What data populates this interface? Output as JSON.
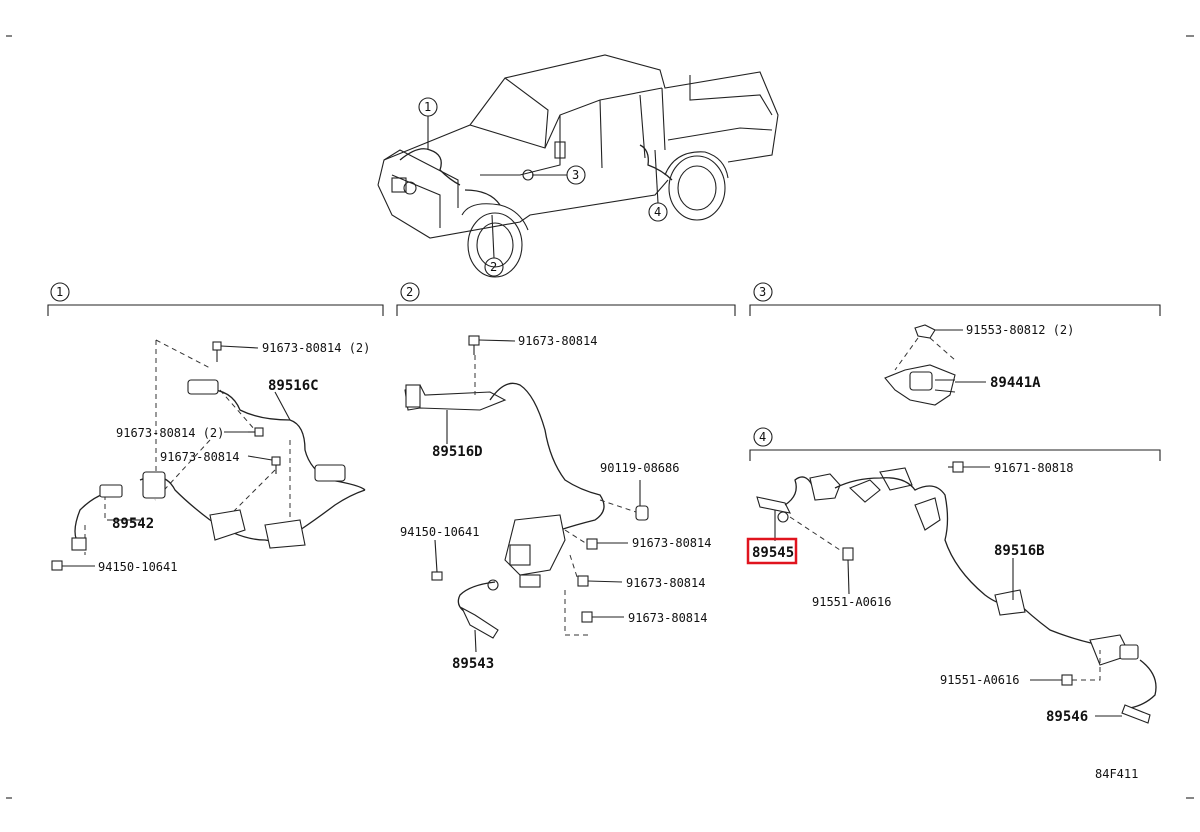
{
  "figure_code": "84F411",
  "callouts": [
    "1",
    "2",
    "3",
    "4"
  ],
  "highlight_color": "#e0141e",
  "sections": {
    "s1": {
      "num": "1",
      "labels": {
        "a": "91673-80814 (2)",
        "b": "89516C",
        "c": "91673-80814 (2)",
        "d": "91673-80814",
        "e": "89542",
        "f": "94150-10641"
      }
    },
    "s2": {
      "num": "2",
      "labels": {
        "a": "91673-80814",
        "b": "89516D",
        "c": "90119-08686",
        "d": "94150-10641",
        "e": "91673-80814",
        "f": "91673-80814",
        "g": "91673-80814",
        "h": "89543"
      }
    },
    "s3": {
      "num": "3",
      "labels": {
        "a": "91553-80812 (2)",
        "b": "89441A"
      }
    },
    "s4": {
      "num": "4",
      "labels": {
        "a": "91671-80818",
        "b": "89545",
        "c": "89516B",
        "d": "91551-A0616",
        "e": "91551-A0616",
        "f": "89546"
      }
    }
  }
}
